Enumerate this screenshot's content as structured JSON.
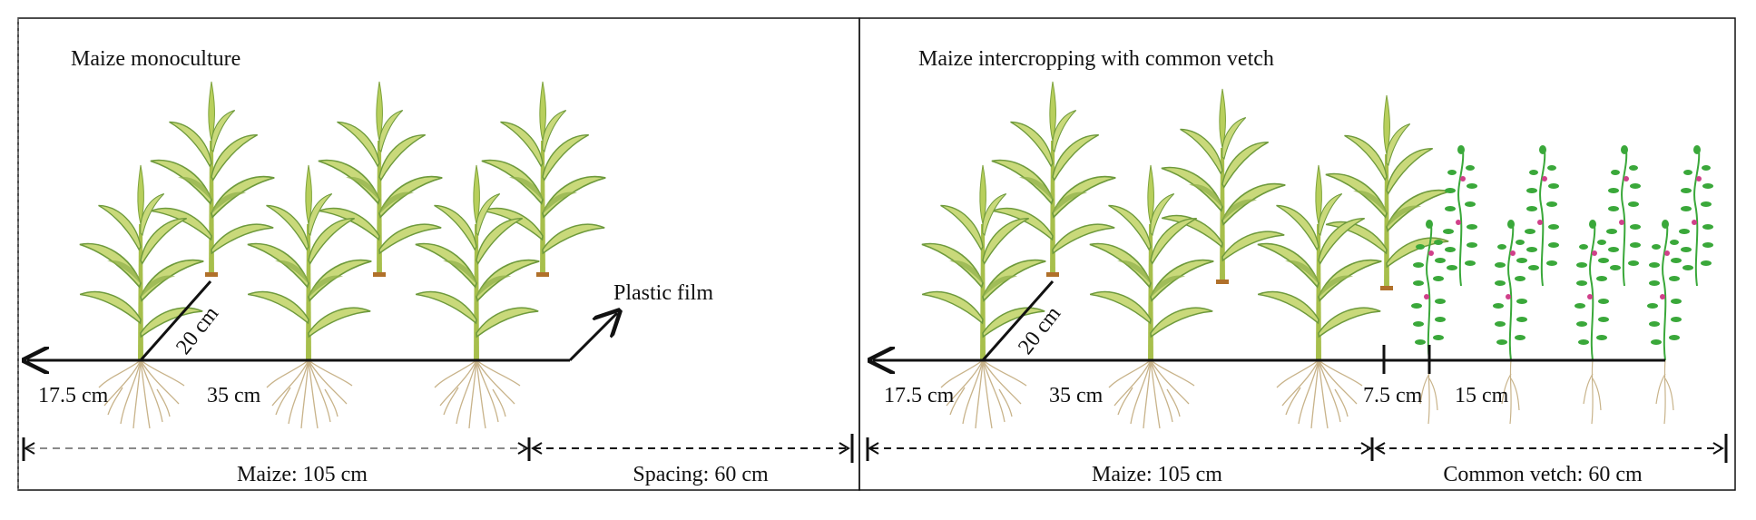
{
  "panels": [
    {
      "title": "Maize monoculture",
      "row_width_label": "20 cm",
      "edge_label": "17.5 cm",
      "between_label": "35 cm",
      "film_label": "Plastic film",
      "width_label": "Maize: 105 cm",
      "right_label": "Spacing: 60 cm"
    },
    {
      "title": "Maize intercropping with common vetch",
      "row_width_label": "20 cm",
      "edge_label": "17.5 cm",
      "between_label": "35 cm",
      "vetch_edge_label": "7.5 cm",
      "vetch_between_label": "15 cm",
      "width_label": "Maize: 105 cm",
      "right_label": "Common vetch: 60 cm"
    }
  ],
  "colors": {
    "leaf_light": "#c9d97a",
    "leaf_dark": "#6e9a3c",
    "stem": "#a7bf4c",
    "root": "#c8b38a",
    "vetch": "#3aa83a",
    "vetch_flower": "#d0408a",
    "line": "#111111",
    "dashed_grey": "#8a8a8a"
  }
}
